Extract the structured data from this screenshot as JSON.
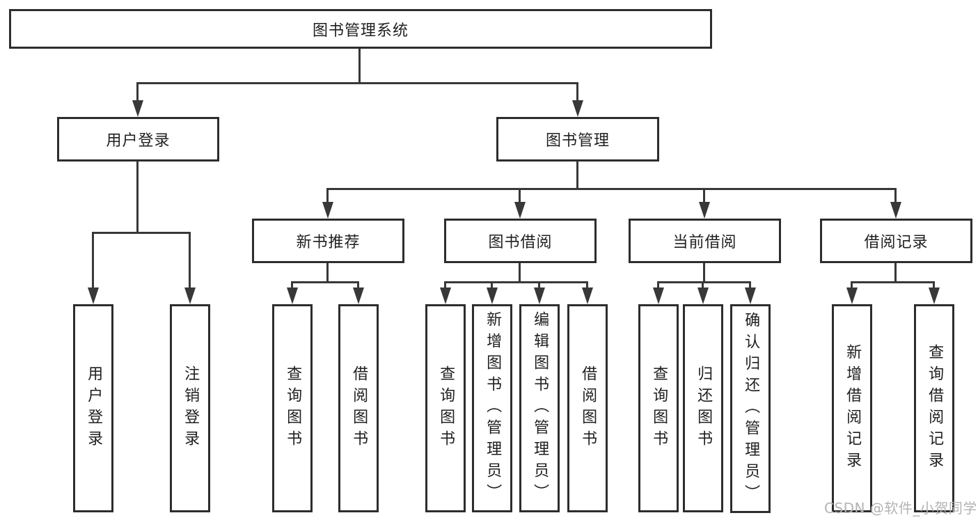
{
  "tree": {
    "root": {
      "label": "图书管理系统",
      "children": [
        {
          "label": "用户登录",
          "children": [
            {
              "label": "用户登录"
            },
            {
              "label": "注销登录"
            }
          ]
        },
        {
          "label": "图书管理",
          "children": [
            {
              "label": "新书推荐",
              "children": [
                {
                  "label": "查询图书"
                },
                {
                  "label": "借阅图书"
                }
              ]
            },
            {
              "label": "图书借阅",
              "children": [
                {
                  "label": "查询图书"
                },
                {
                  "label": "新增图书（管理员）"
                },
                {
                  "label": "编辑图书（管理员）"
                },
                {
                  "label": "借阅图书"
                }
              ]
            },
            {
              "label": "当前借阅",
              "children": [
                {
                  "label": "查询图书"
                },
                {
                  "label": "归还图书"
                },
                {
                  "label": "确认归还（管理员）"
                }
              ]
            },
            {
              "label": "借阅记录",
              "children": [
                {
                  "label": "新增借阅记录"
                },
                {
                  "label": "查询借阅记录"
                }
              ]
            }
          ]
        }
      ]
    }
  },
  "watermark": {
    "text": "CSDN @软件_小贺同学"
  },
  "colors": {
    "line": "#383838",
    "box_border": "#2d2d2d",
    "text": "#1f1f1f",
    "watermark_text": "#b3b3b3",
    "background": "#ffffff"
  }
}
